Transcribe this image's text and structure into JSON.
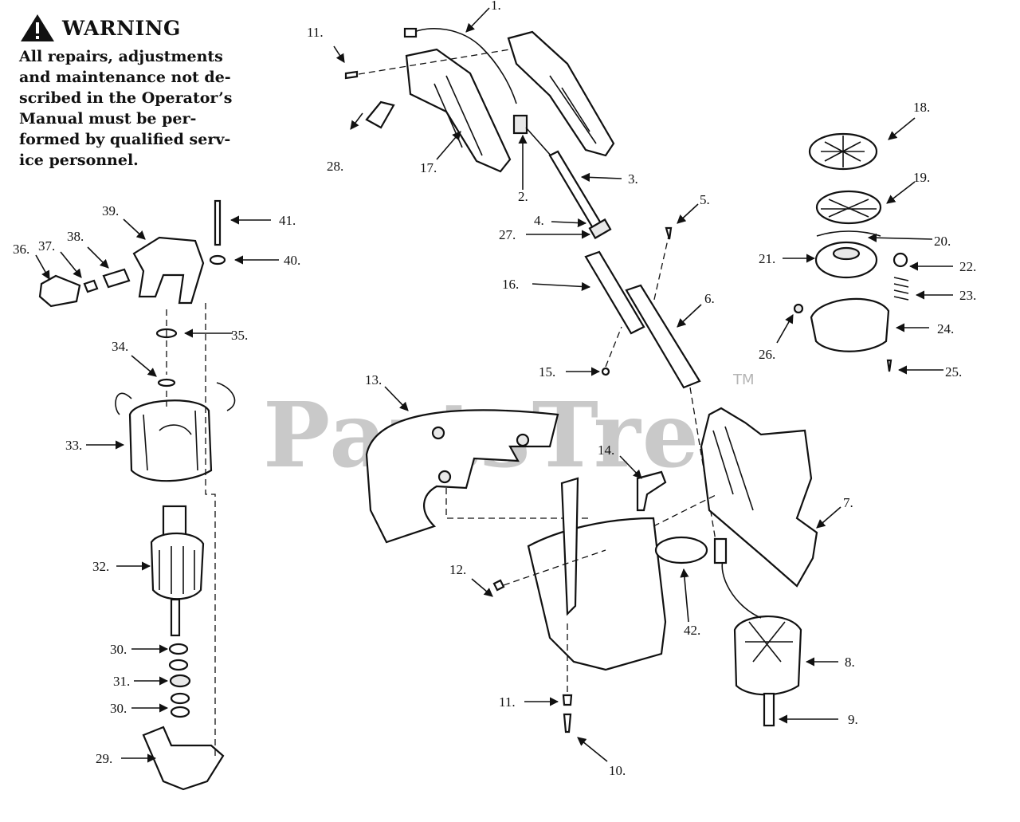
{
  "warning": {
    "title": "WARNING",
    "icon": "warning-triangle-icon",
    "lines": [
      "All repairs, adjustments",
      "and maintenance not de-",
      "scribed in the Operator’s",
      "Manual must be per-",
      "formed by qualified serv-",
      "ice personnel."
    ]
  },
  "watermark": {
    "text": "PartsTree",
    "tm": "TM"
  },
  "callouts": [
    {
      "id": "c1",
      "label": "1."
    },
    {
      "id": "c2",
      "label": "2."
    },
    {
      "id": "c3",
      "label": "3."
    },
    {
      "id": "c4",
      "label": "4."
    },
    {
      "id": "c5",
      "label": "5."
    },
    {
      "id": "c6",
      "label": "6."
    },
    {
      "id": "c7",
      "label": "7."
    },
    {
      "id": "c8",
      "label": "8."
    },
    {
      "id": "c9",
      "label": "9."
    },
    {
      "id": "c10",
      "label": "10."
    },
    {
      "id": "c11a",
      "label": "11."
    },
    {
      "id": "c11b",
      "label": "11."
    },
    {
      "id": "c12",
      "label": "12."
    },
    {
      "id": "c13",
      "label": "13."
    },
    {
      "id": "c14",
      "label": "14."
    },
    {
      "id": "c15",
      "label": "15."
    },
    {
      "id": "c16",
      "label": "16."
    },
    {
      "id": "c17",
      "label": "17."
    },
    {
      "id": "c18",
      "label": "18."
    },
    {
      "id": "c19",
      "label": "19."
    },
    {
      "id": "c20",
      "label": "20."
    },
    {
      "id": "c21",
      "label": "21."
    },
    {
      "id": "c22",
      "label": "22."
    },
    {
      "id": "c23",
      "label": "23."
    },
    {
      "id": "c24",
      "label": "24."
    },
    {
      "id": "c25",
      "label": "25."
    },
    {
      "id": "c26",
      "label": "26."
    },
    {
      "id": "c27",
      "label": "27."
    },
    {
      "id": "c28",
      "label": "28."
    },
    {
      "id": "c29",
      "label": "29."
    },
    {
      "id": "c30a",
      "label": "30."
    },
    {
      "id": "c30b",
      "label": "30."
    },
    {
      "id": "c31",
      "label": "31."
    },
    {
      "id": "c32",
      "label": "32."
    },
    {
      "id": "c33",
      "label": "33."
    },
    {
      "id": "c34",
      "label": "34."
    },
    {
      "id": "c35",
      "label": "35."
    },
    {
      "id": "c36",
      "label": "36."
    },
    {
      "id": "c37",
      "label": "37."
    },
    {
      "id": "c38",
      "label": "38."
    },
    {
      "id": "c39",
      "label": "39."
    },
    {
      "id": "c40",
      "label": "40."
    },
    {
      "id": "c41",
      "label": "41."
    },
    {
      "id": "c42",
      "label": "42."
    }
  ]
}
